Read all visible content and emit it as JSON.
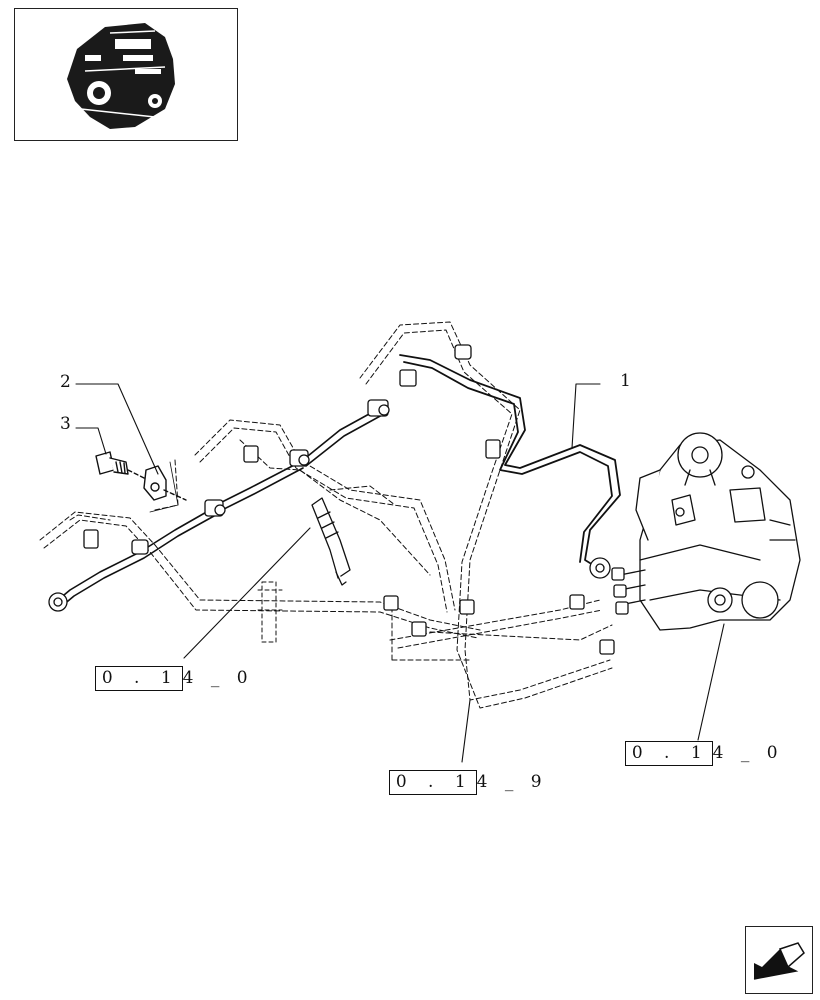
{
  "thumbnail": {
    "icon": "engine-thumbnail-icon"
  },
  "callouts": [
    {
      "id": "1",
      "label": "1"
    },
    {
      "id": "2",
      "label": "2"
    },
    {
      "id": "3",
      "label": "3"
    }
  ],
  "references": [
    {
      "boxed": "0 . 1",
      "rest": "4 _ 0"
    },
    {
      "boxed": "0 . 1",
      "rest": "4 _ 9"
    },
    {
      "boxed": "0 . 1",
      "rest": "4 _ 0"
    }
  ],
  "navigation": {
    "icon": "next-page-arrow-icon"
  },
  "colors": {
    "line": "#111111",
    "background": "#ffffff"
  }
}
